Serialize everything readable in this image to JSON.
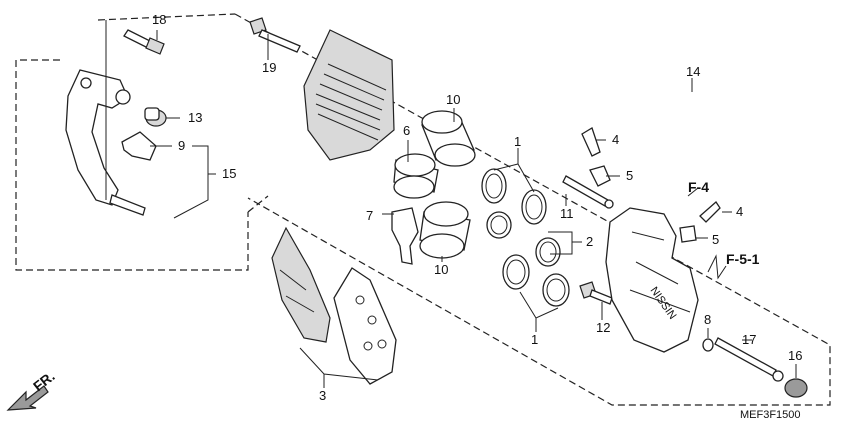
{
  "callouts": {
    "c1a": "1",
    "c1b": "1",
    "c2": "2",
    "c3": "3",
    "c4a": "4",
    "c4b": "4",
    "c5a": "5",
    "c5b": "5",
    "c6": "6",
    "c7": "7",
    "c8": "8",
    "c9": "9",
    "c10a": "10",
    "c10b": "10",
    "c11": "11",
    "c12": "12",
    "c13": "13",
    "c14": "14",
    "c15": "15",
    "c16": "16",
    "c17": "17",
    "c18": "18",
    "c19": "19"
  },
  "refs": {
    "f4": "F-4",
    "f51": "F-5-1"
  },
  "front_label": "FR.",
  "diagram_code": "MEF3F1500",
  "caliper_logo": "NISSIN"
}
